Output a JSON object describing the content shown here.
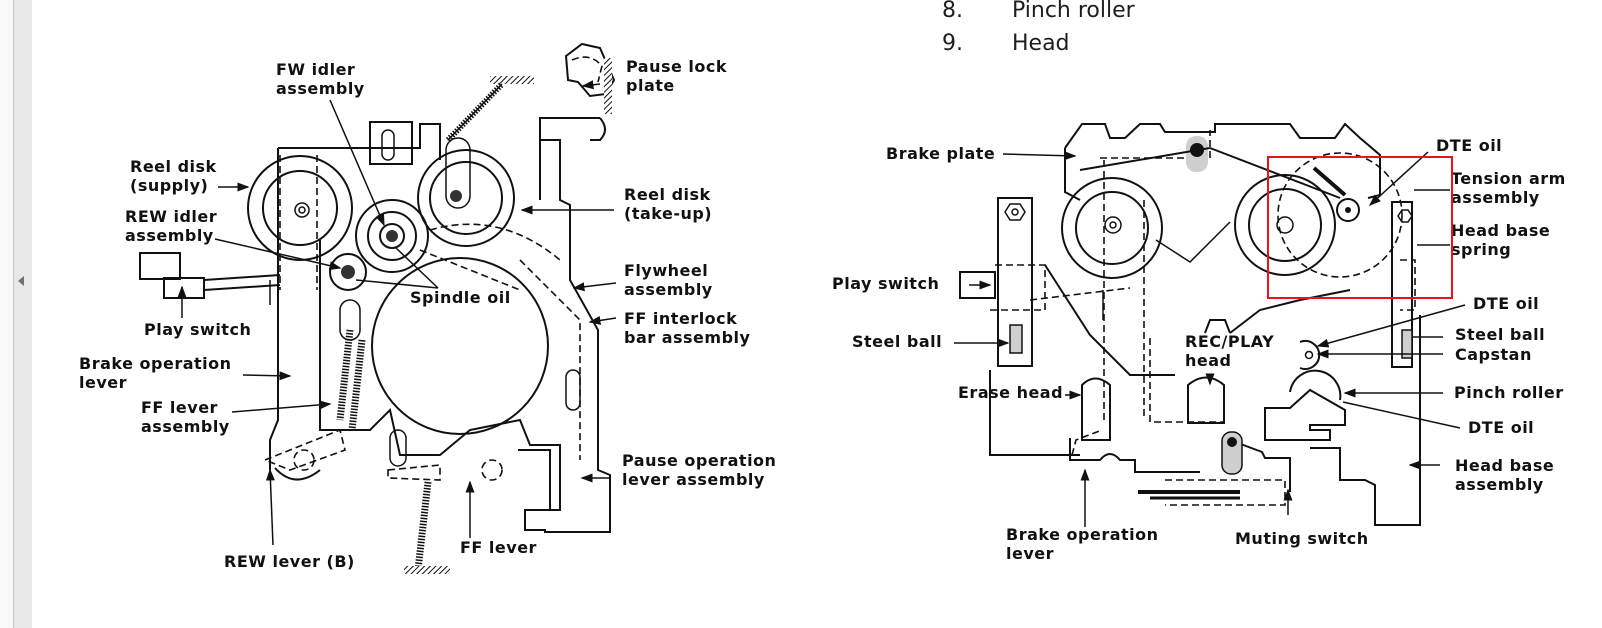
{
  "viewer": {
    "sidebar_toggle_icon": "chevron-left-icon"
  },
  "parts_list": [
    {
      "number": "8.",
      "label": "Pinch roller"
    },
    {
      "number": "9.",
      "label": "Head"
    }
  ],
  "left_diagram": {
    "labels": {
      "fw_idler": [
        "FW idler",
        "assembly"
      ],
      "pause_lock_plate": [
        "Pause lock",
        "plate"
      ],
      "reel_disk_supply": [
        "Reel disk",
        "(supply)"
      ],
      "rew_idler": [
        "REW idler",
        "assembly"
      ],
      "reel_disk_takeup": [
        "Reel disk",
        "(take-up)"
      ],
      "flywheel": [
        "Flywheel",
        "assembly"
      ],
      "spindle_oil": "Spindle oil",
      "play_switch": "Play switch",
      "ff_interlock": [
        "FF interlock",
        "bar assembly"
      ],
      "brake_operation_lever": [
        "Brake operation",
        "lever"
      ],
      "ff_lever_assembly": [
        "FF lever",
        "assembly"
      ],
      "pause_operation_lever": [
        "Pause operation",
        "lever assembly"
      ],
      "ff_lever": "FF lever",
      "rew_lever_b": "REW lever (B)"
    }
  },
  "right_diagram": {
    "labels": {
      "brake_plate": "Brake plate",
      "dte_oil_top": "DTE oil",
      "tension_arm": [
        "Tension arm",
        "assembly"
      ],
      "head_base_spring": [
        "Head base",
        "spring"
      ],
      "play_switch": "Play switch",
      "dte_oil_mid": "DTE oil",
      "steel_ball_left": "Steel ball",
      "rec_play_head": [
        "REC/PLAY",
        "head"
      ],
      "steel_ball_right": "Steel ball",
      "capstan": "Capstan",
      "erase_head": "Erase head",
      "pinch_roller": "Pinch roller",
      "dte_oil_bottom": "DTE oil",
      "head_base_assembly": [
        "Head base",
        "assembly"
      ],
      "brake_operation_lever": [
        "Brake operation",
        "lever"
      ],
      "muting_switch": "Muting switch"
    },
    "highlight_color": "#e8141c"
  }
}
